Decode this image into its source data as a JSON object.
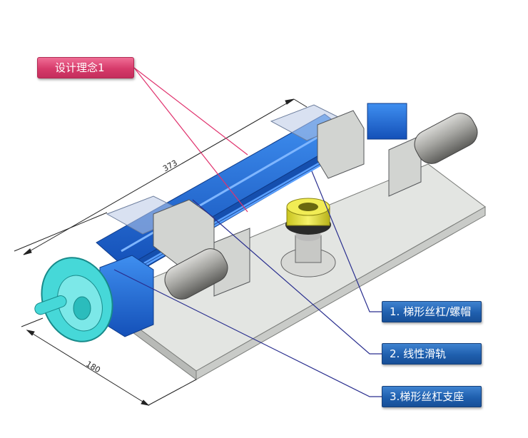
{
  "title_tag": "设计理念1",
  "callouts": [
    {
      "label": "1. 梯形丝杠/螺帽"
    },
    {
      "label": "2. 线性滑轨"
    },
    {
      "label": "3.梯形丝杠支座"
    }
  ],
  "dimensions": {
    "length": "373",
    "width": "180"
  },
  "colors": {
    "title_tag": "#d63a6a",
    "callout_tag": "#1f5fae",
    "leader_title": "#e0336e",
    "leader_callout": "#2a2f8f",
    "base_plate": "#dcdedb",
    "rail_blue": "#1e66d0",
    "handwheel": "#3fd6d6",
    "nut": "#e8e23a",
    "motor": "#8a8a88"
  }
}
